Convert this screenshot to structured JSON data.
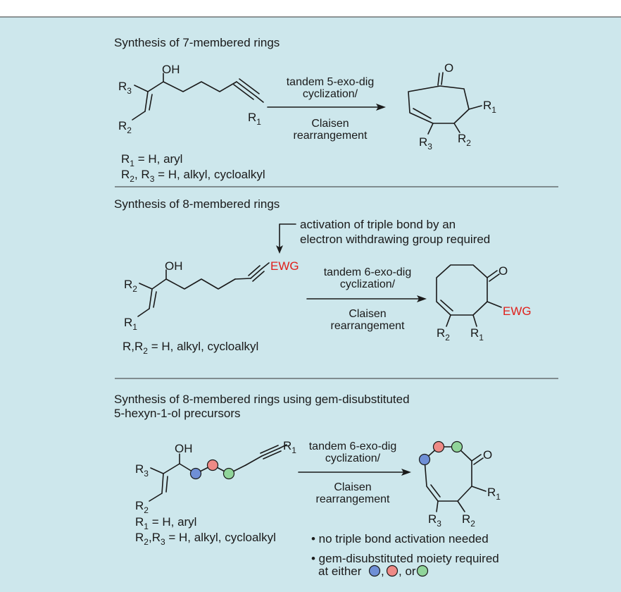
{
  "colors": {
    "panel_bg": "#cde7ec",
    "ewg_red": "#e0201b",
    "node_blue": "#6f8fd6",
    "node_red": "#ee8a86",
    "node_green": "#90d59a"
  },
  "sections": [
    {
      "title": "Synthesis of 7-membered rings",
      "oh": "OH",
      "start_labels": {
        "ra": "R",
        "ra_sub": "3",
        "rb": "R",
        "rb_sub": "2",
        "rc": "R",
        "rc_sub": "1"
      },
      "arrow_top": [
        "tandem 5-exo-dig",
        "cyclization/"
      ],
      "arrow_bottom": [
        "Claisen",
        "rearrangement"
      ],
      "product_labels": {
        "o": "O",
        "ra": "R",
        "ra_sub": "1",
        "rb": "R",
        "rb_sub": "2",
        "rc": "R",
        "rc_sub": "3"
      },
      "conditions": [
        {
          "pre": "R",
          "sub": "1",
          "post": " = H, aryl"
        },
        {
          "pre": "R",
          "sub": "2",
          "mid": ", R",
          "sub2": "3",
          "post": " = H, alkyl, cycloalkyl"
        }
      ]
    },
    {
      "title": "Synthesis of 8-membered rings",
      "note": [
        "activation of triple bond by an",
        "electron withdrawing group required"
      ],
      "oh": "OH",
      "ewg": "EWG",
      "start_labels": {
        "ra": "R",
        "ra_sub": "2",
        "rb": "R",
        "rb_sub": "1"
      },
      "arrow_top": [
        "tandem 6-exo-dig",
        "cyclization/"
      ],
      "arrow_bottom": [
        "Claisen",
        "rearrangement"
      ],
      "product_labels": {
        "o": "O",
        "ewg": "EWG",
        "ra": "R",
        "ra_sub": "2",
        "rb": "R",
        "rb_sub": "1"
      },
      "conditions": [
        {
          "pre": "R,R",
          "sub": "2",
          "post": " = H, alkyl, cycloalkyl"
        }
      ]
    },
    {
      "title_lines": [
        "Synthesis of 8-membered rings using gem-disubstituted",
        "5-hexyn-1-ol precursors"
      ],
      "oh": "OH",
      "start_labels": {
        "ra": "R",
        "ra_sub": "3",
        "rb": "R",
        "rb_sub": "2",
        "rc": "R",
        "rc_sub": "1"
      },
      "arrow_top": [
        "tandem 6-exo-dig",
        "cyclization/"
      ],
      "arrow_bottom": [
        "Claisen",
        "rearrangement"
      ],
      "product_labels": {
        "o": "O",
        "ra": "R",
        "ra_sub": "1",
        "rb": "R",
        "rb_sub": "3",
        "rc": "R",
        "rc_sub": "2"
      },
      "conditions": [
        {
          "pre": "R",
          "sub": "1",
          "post": " = H, aryl"
        },
        {
          "pre": "R",
          "sub": "2",
          "mid": ",R",
          "sub2": "3",
          "post": " = H, alkyl, cycloalkyl"
        }
      ],
      "bullets": [
        "• no triple bond activation needed",
        "• gem-disubstituted moiety required",
        "at either",
        ",",
        ", or"
      ]
    }
  ]
}
